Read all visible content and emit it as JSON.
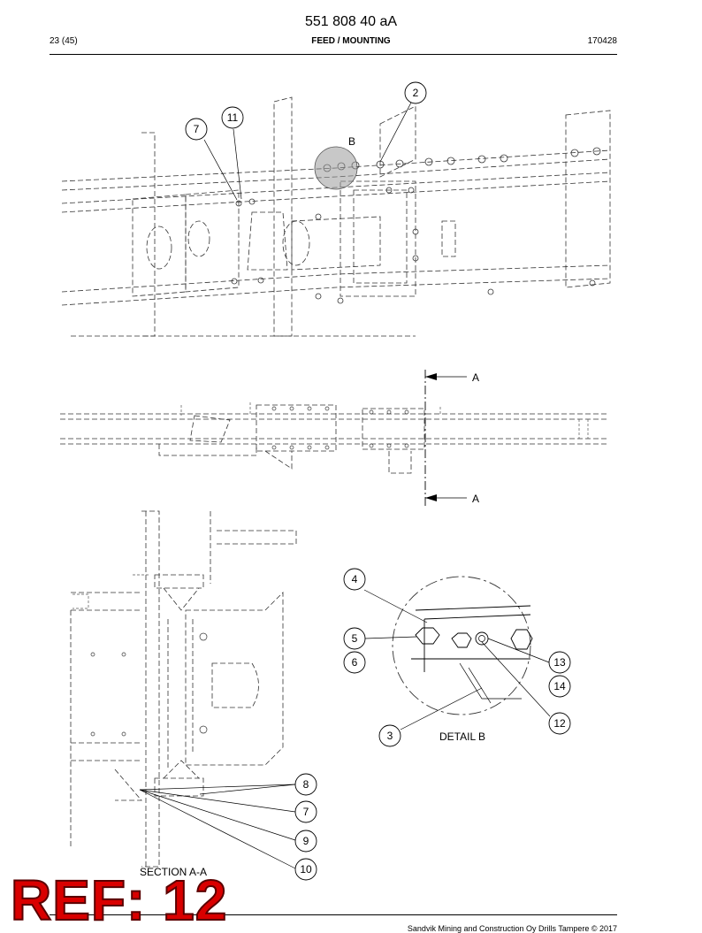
{
  "header": {
    "doc_number": "551 808 40 aA",
    "page": "23 (45)",
    "section": "FEED / MOUNTING",
    "date": "170428"
  },
  "labels": {
    "detail_marker": "B",
    "section_marker_top": "A",
    "section_marker_bottom": "A",
    "detail_b": "DETAIL B",
    "section_aa": "SECTION A-A"
  },
  "callouts": {
    "c2": "2",
    "c7_top": "7",
    "c11": "11",
    "c4": "4",
    "c5": "5",
    "c6": "6",
    "c13": "13",
    "c14": "14",
    "c12": "12",
    "c3": "3",
    "c8": "8",
    "c7_bottom": "7",
    "c9": "9",
    "c10": "10"
  },
  "footer": {
    "copyright": "Sandvik Mining and Construction Oy Drills Tampere © 2017"
  },
  "stamp": "REF: 12"
}
